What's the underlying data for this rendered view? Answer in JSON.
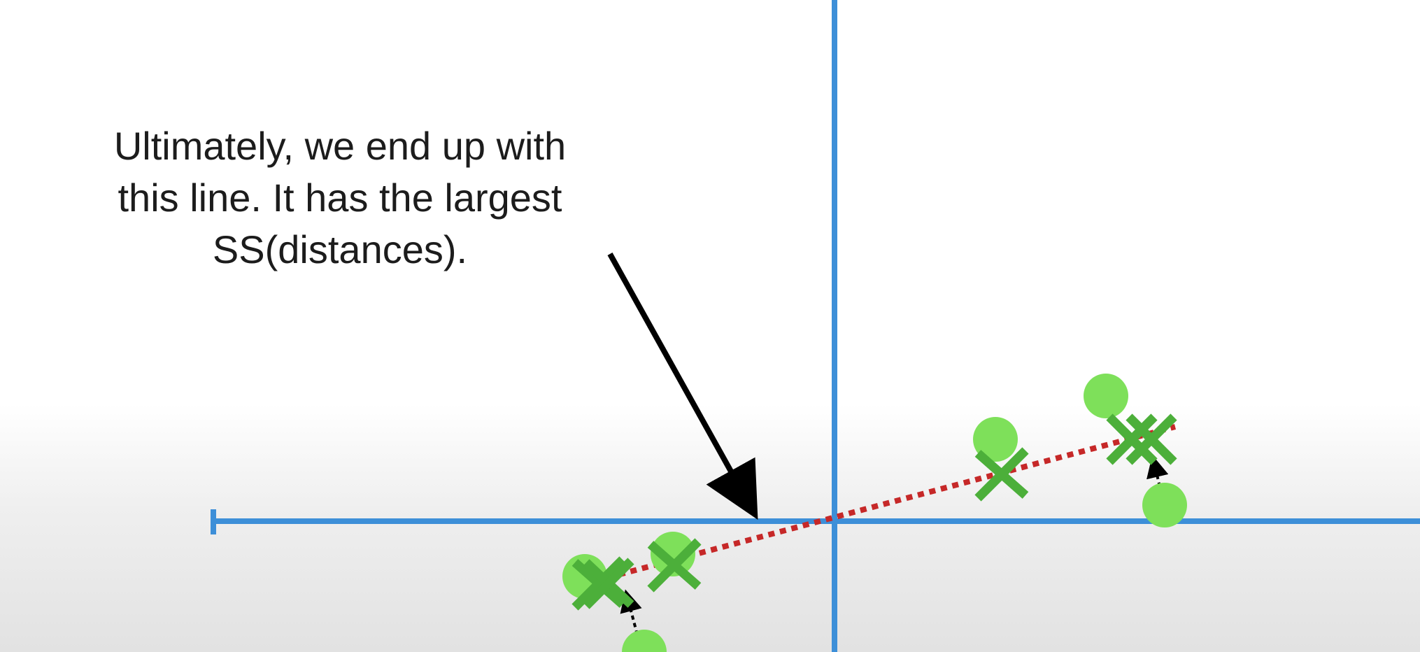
{
  "annotation": {
    "lines": [
      "Ultimately, we end up with",
      "this line. It has the largest",
      "SS(distances)."
    ]
  },
  "colors": {
    "axis": "#3d8fd8",
    "fit_line": "#c62828",
    "data_point": "#7ee05a",
    "projection_mark": "#4caf3a",
    "arrow": "#000000",
    "projection_arrow": "#000000",
    "text": "#1c1c1c"
  },
  "icons": {
    "data_point": "filled-circle",
    "projected_point": "green-x-mark",
    "projection_connector": "dotted-arrow"
  }
}
